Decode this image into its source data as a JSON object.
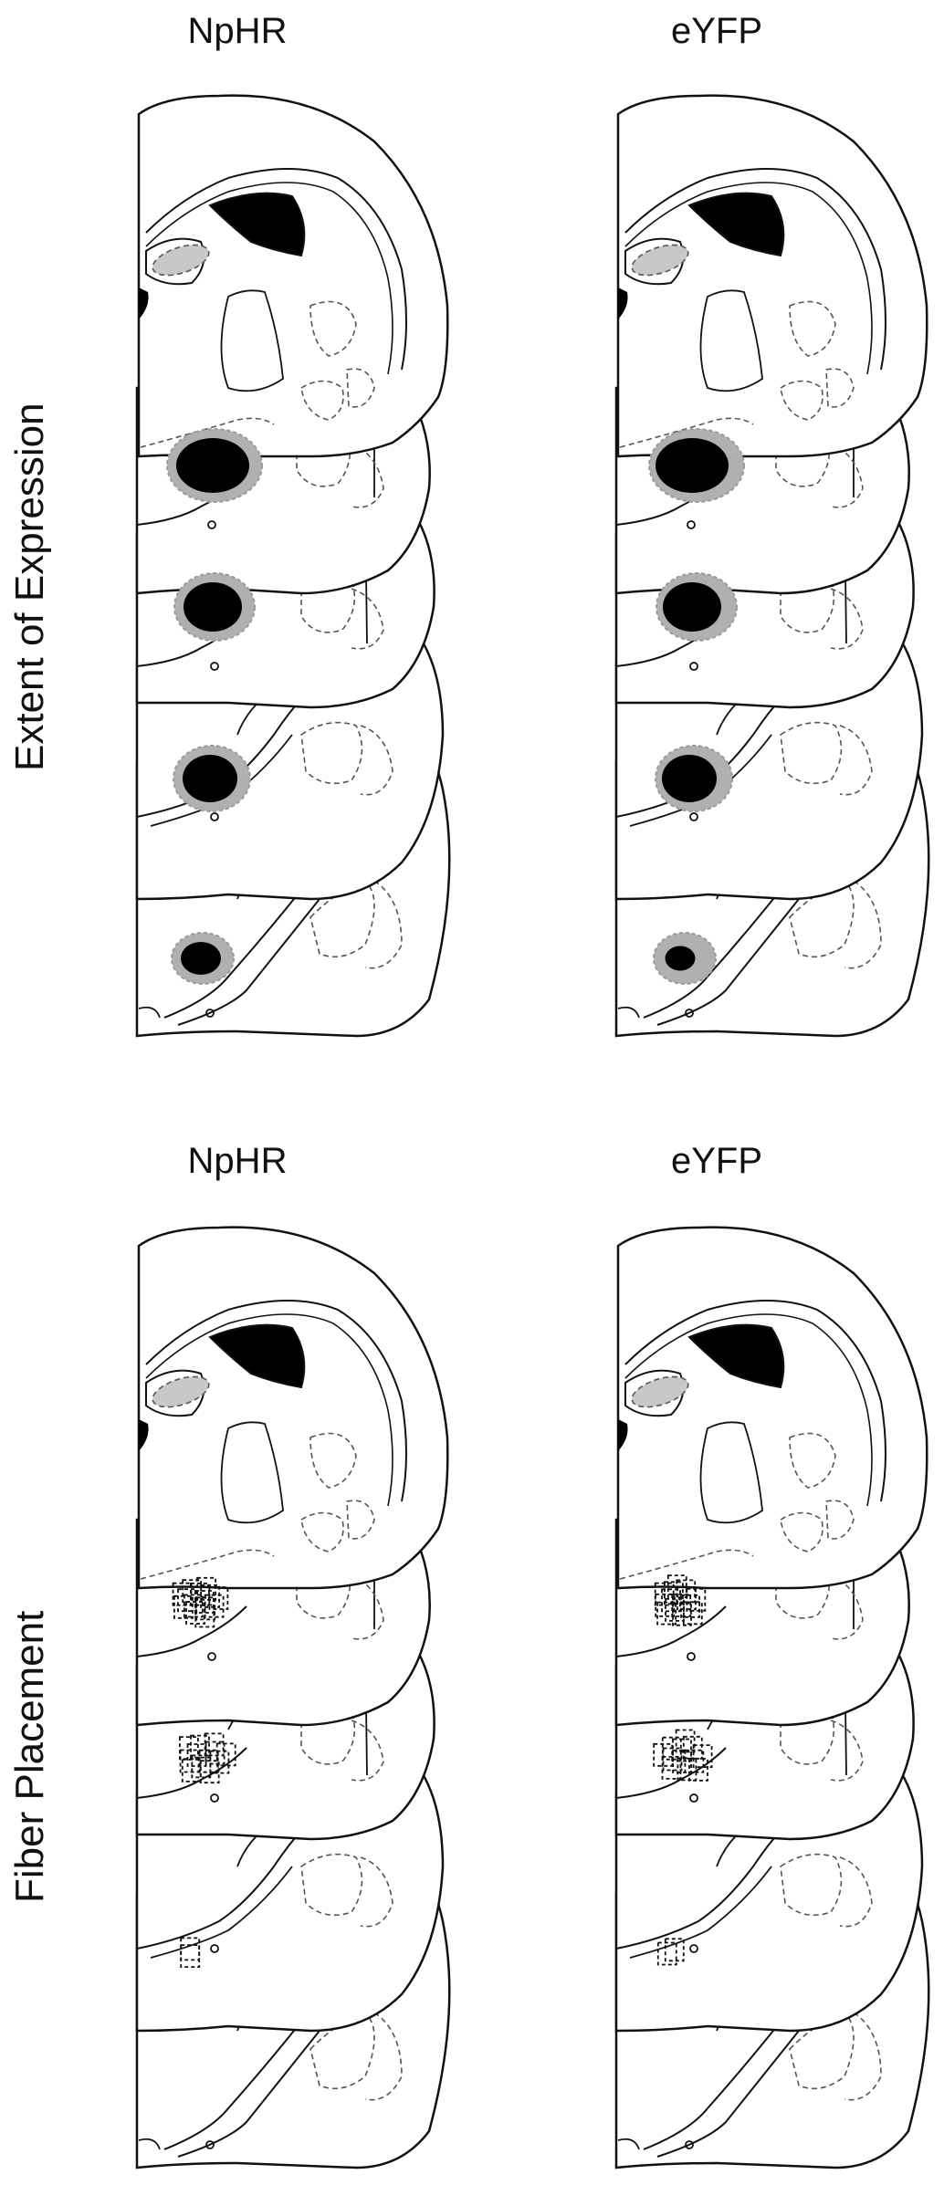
{
  "figure": {
    "top_row_label": "Extent of Expression",
    "bottom_row_label": "Fiber Placement",
    "top_columns": [
      "NpHR",
      "eYFP"
    ],
    "bottom_columns": [
      "NpHR",
      "eYFP"
    ]
  },
  "colors": {
    "outline": "#111111",
    "dashed": "#555555",
    "expression_core": "#000000",
    "expression_spread": "#b0b0b0",
    "ventricle": "#000000"
  }
}
